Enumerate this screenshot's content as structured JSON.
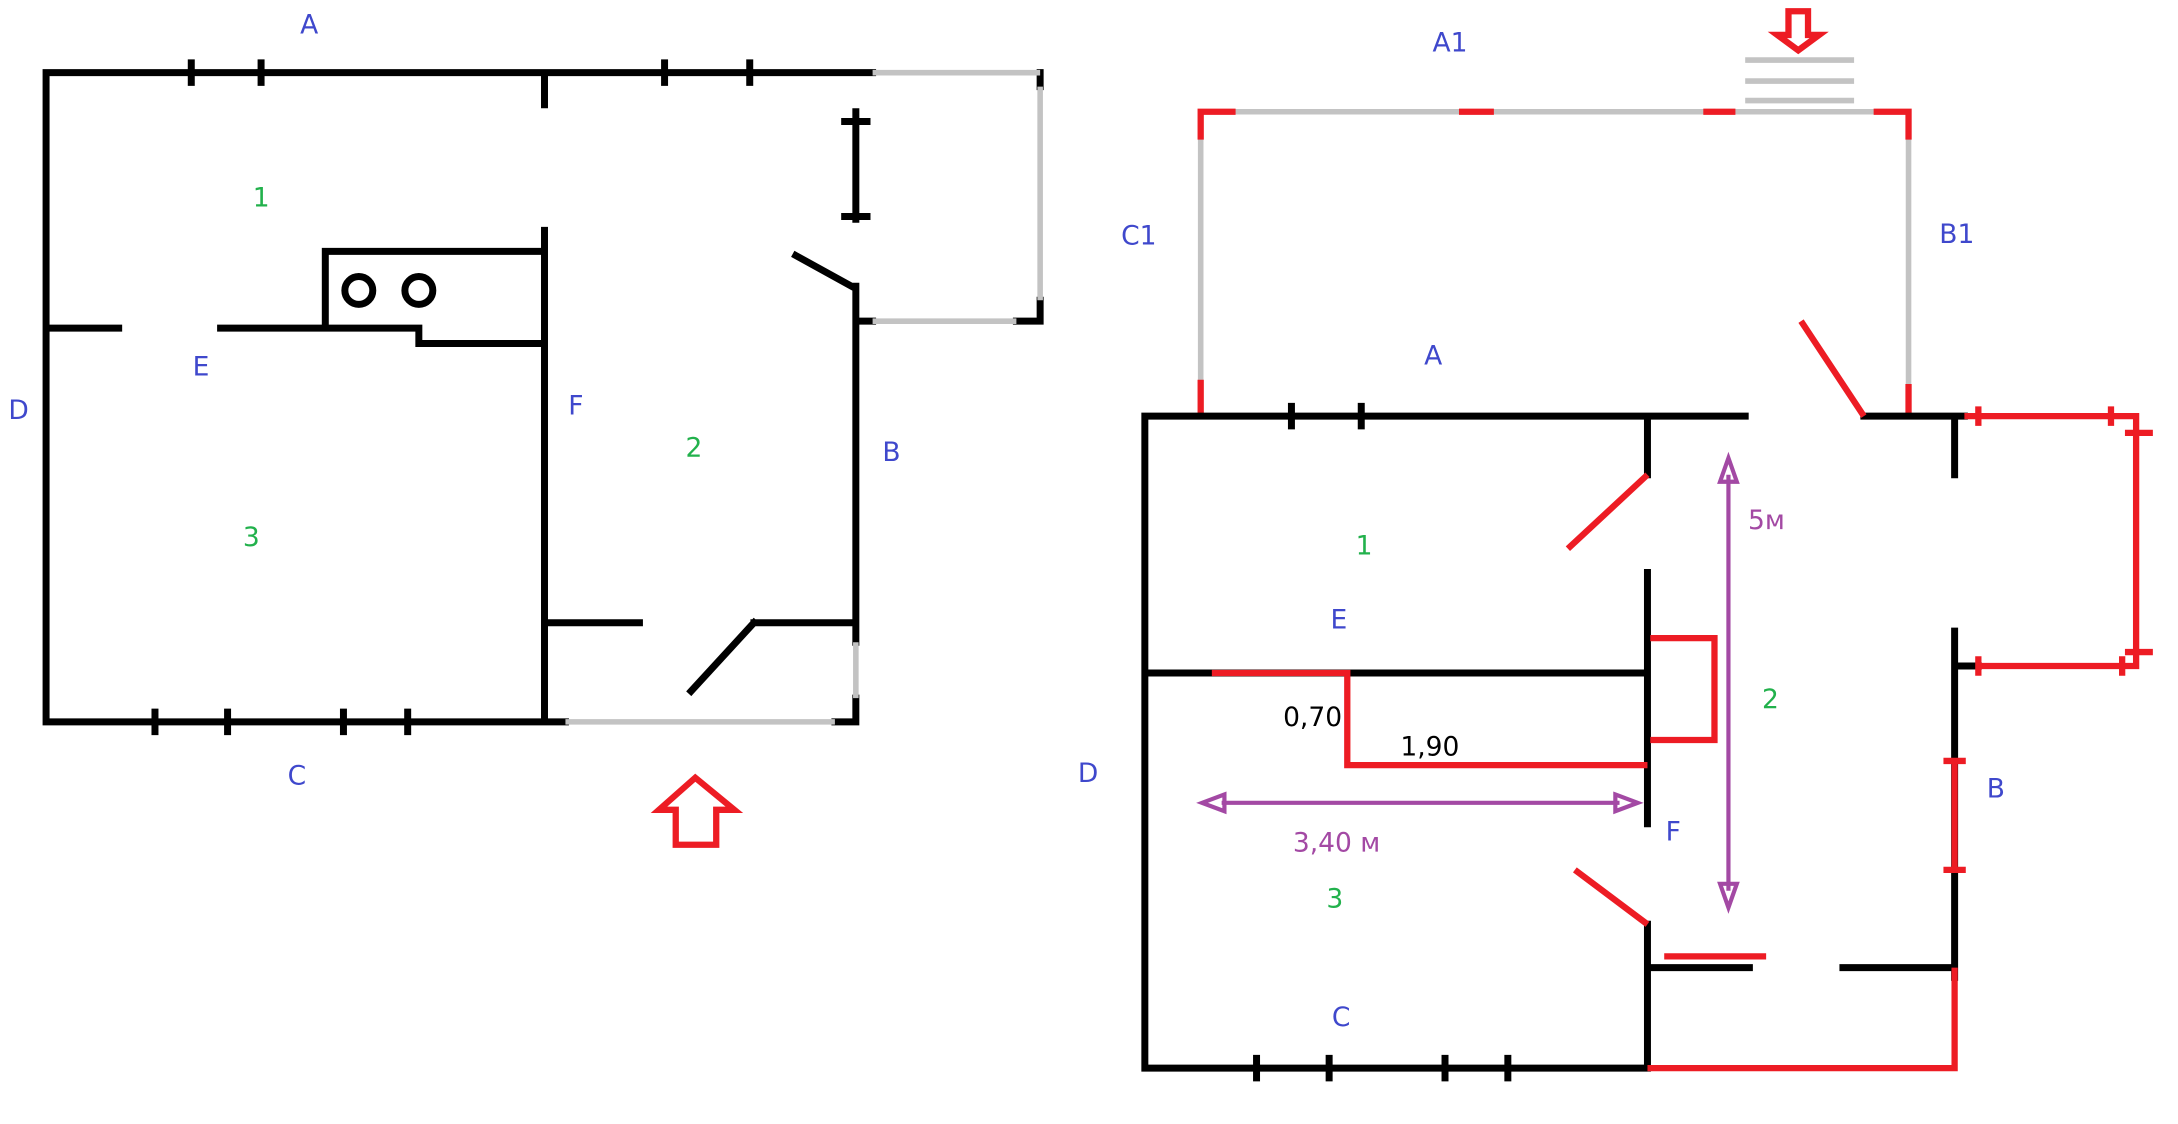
{
  "left_plan": {
    "wall_labels": {
      "top": "A",
      "right": "B",
      "bottom": "C",
      "left": "D",
      "inner_horizontal": "E",
      "inner_vertical": "F"
    },
    "room_labels": [
      "1",
      "2",
      "3"
    ]
  },
  "right_plan": {
    "wall_labels": {
      "top": "A",
      "right": "B",
      "bottom": "C",
      "left": "D",
      "inner_horizontal": "E",
      "inner_vertical": "F",
      "ext_top": "A1",
      "ext_left": "C1",
      "ext_right": "B1"
    },
    "room_labels": [
      "1",
      "2",
      "3"
    ],
    "dimensions": {
      "vertical": "5м",
      "horizontal": "3,40 м",
      "depth": "0,70",
      "length": "1,90"
    }
  },
  "colors": {
    "wall": "#000000",
    "new_wall": "#ed1c24",
    "glass": "#c3c3c3",
    "label": "#3f48cc",
    "room": "#22b14c",
    "dimension": "#a349a4"
  }
}
